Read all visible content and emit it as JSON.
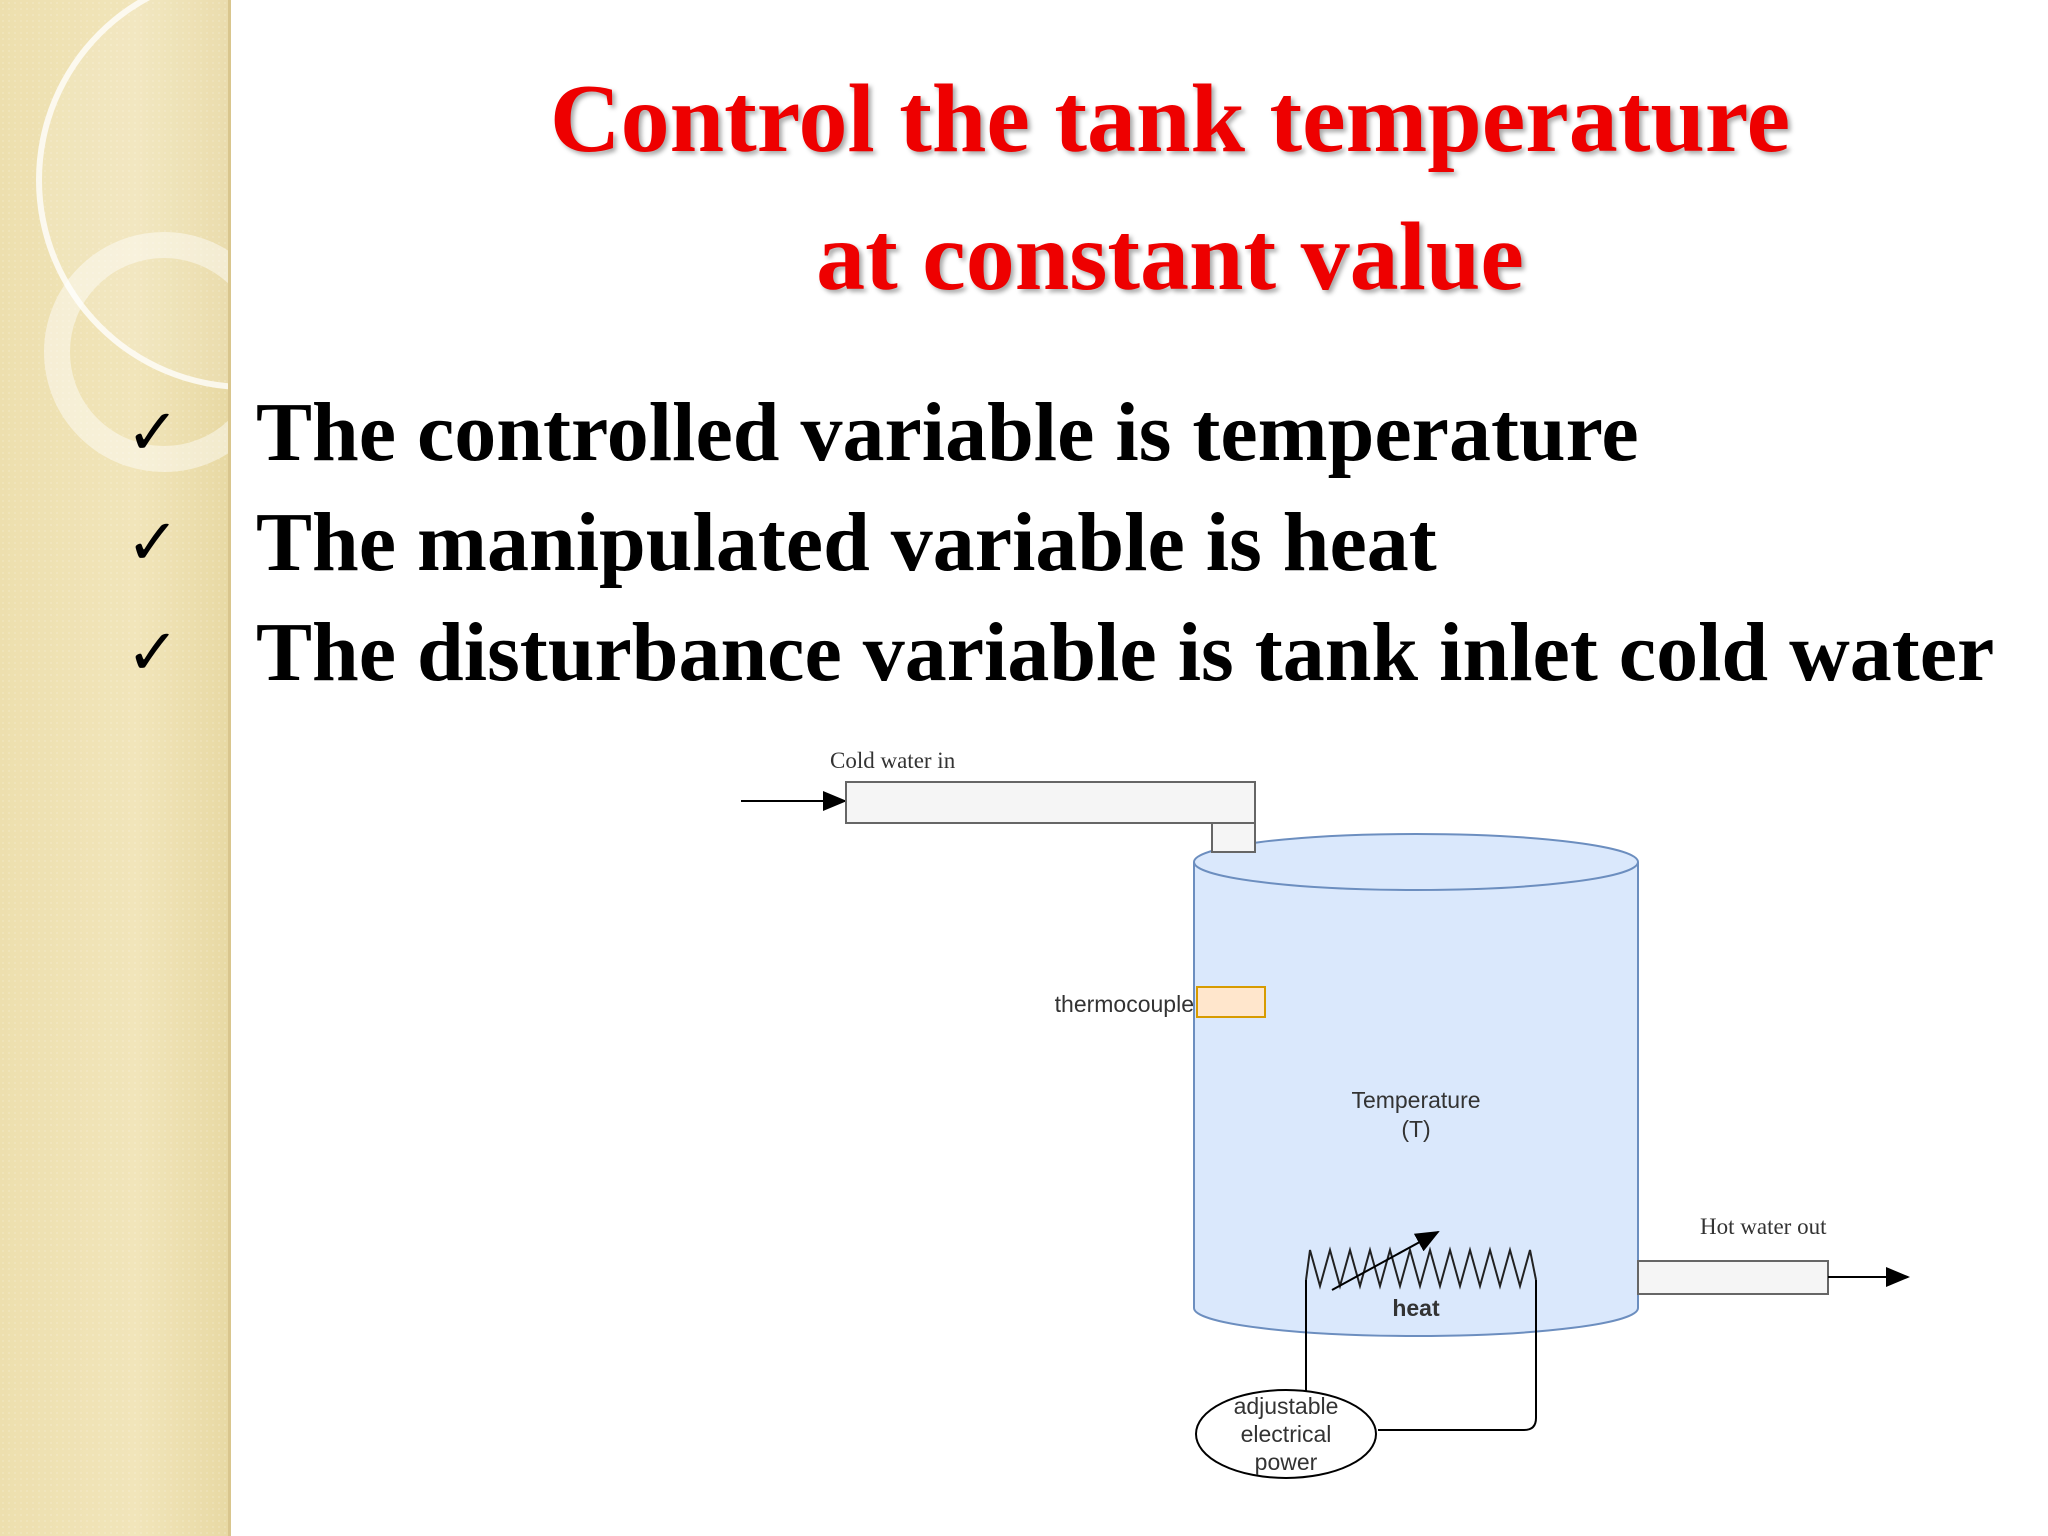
{
  "slide": {
    "title_lines": [
      "Control the tank temperature",
      "at constant value"
    ],
    "bullets": [
      "The controlled variable is temperature",
      "The manipulated variable is heat",
      "The disturbance variable is tank inlet cold water"
    ],
    "check_symbol": "✓"
  },
  "diagram": {
    "inlet_label": "Cold water in",
    "outlet_label": "Hot water out",
    "sensor_label": "thermocouple",
    "tank_label_line1": "Temperature",
    "tank_label_line2": "(T)",
    "heater_label": "heat",
    "power_label_lines": [
      "adjustable",
      "electrical",
      "power"
    ]
  },
  "colors": {
    "title": "#ee0000",
    "tank_fill": "#dae8fc",
    "tank_stroke": "#6c8ebf",
    "sensor_fill": "#ffe6cc",
    "sensor_stroke": "#d79b00",
    "sidebar": "#efe2b2"
  }
}
